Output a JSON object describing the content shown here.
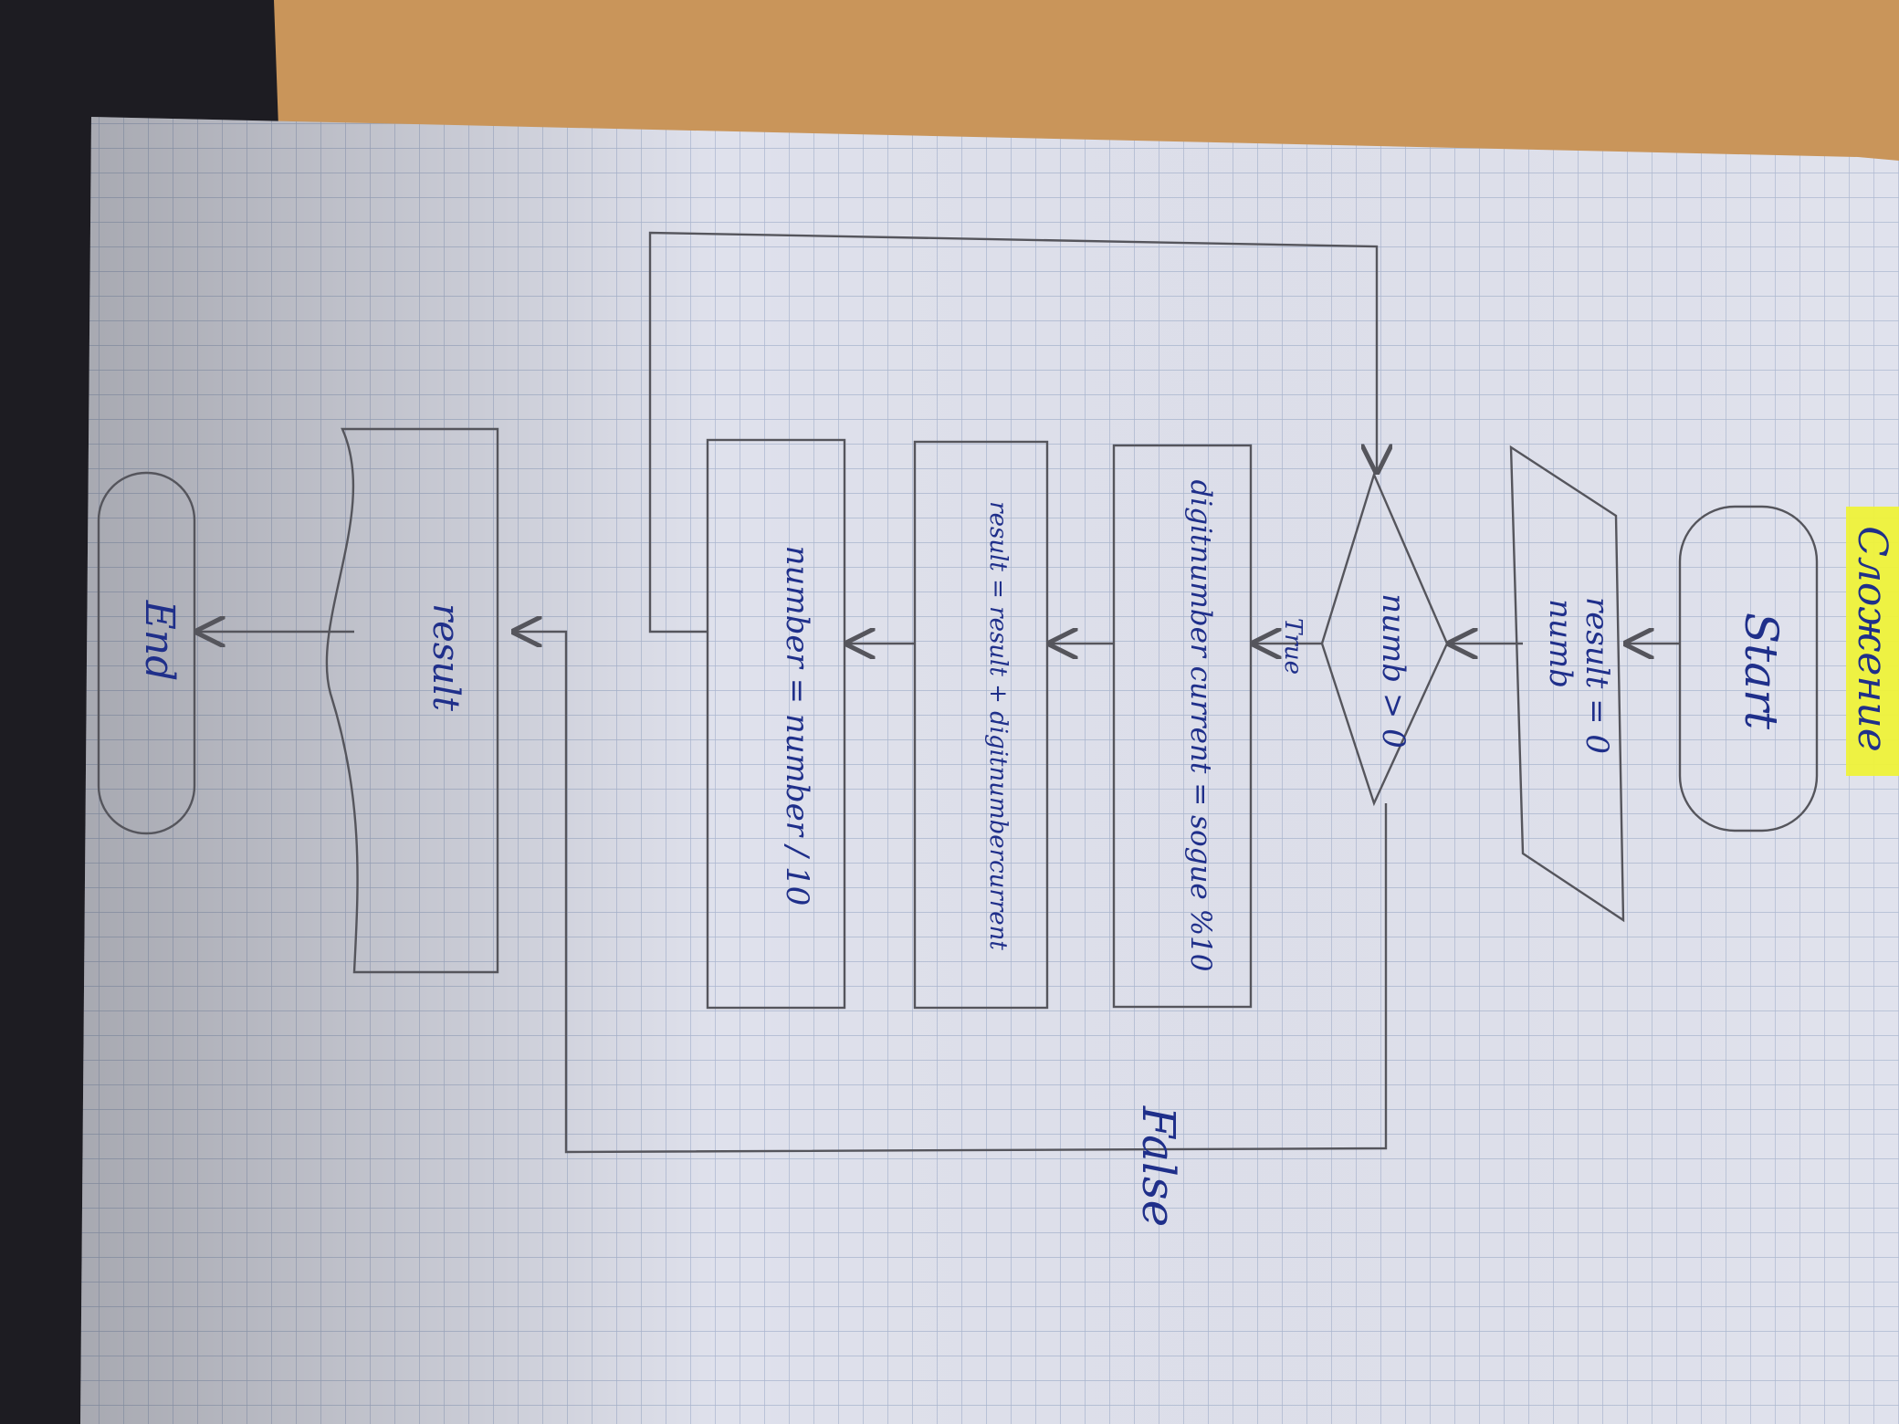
{
  "title": "Сложение",
  "colors": {
    "paper": "#dfe1ec",
    "grid": "#aab6cf",
    "pencil": "#55555c",
    "ink": "#1f2f8a",
    "highlight": "#eef23a",
    "desk": "#c9955a",
    "dark": "#1d1c22"
  },
  "nodes": {
    "start": "Start",
    "input_line1": "result = 0",
    "input_line2": "numb",
    "condition": "numb > 0",
    "true_label": "True",
    "false_label": "False",
    "step1": "digitnumber current = sogue %10",
    "step2": "result = result + digitnumbercurrent",
    "step3": "number = number / 10",
    "output": "result",
    "end": "End"
  }
}
